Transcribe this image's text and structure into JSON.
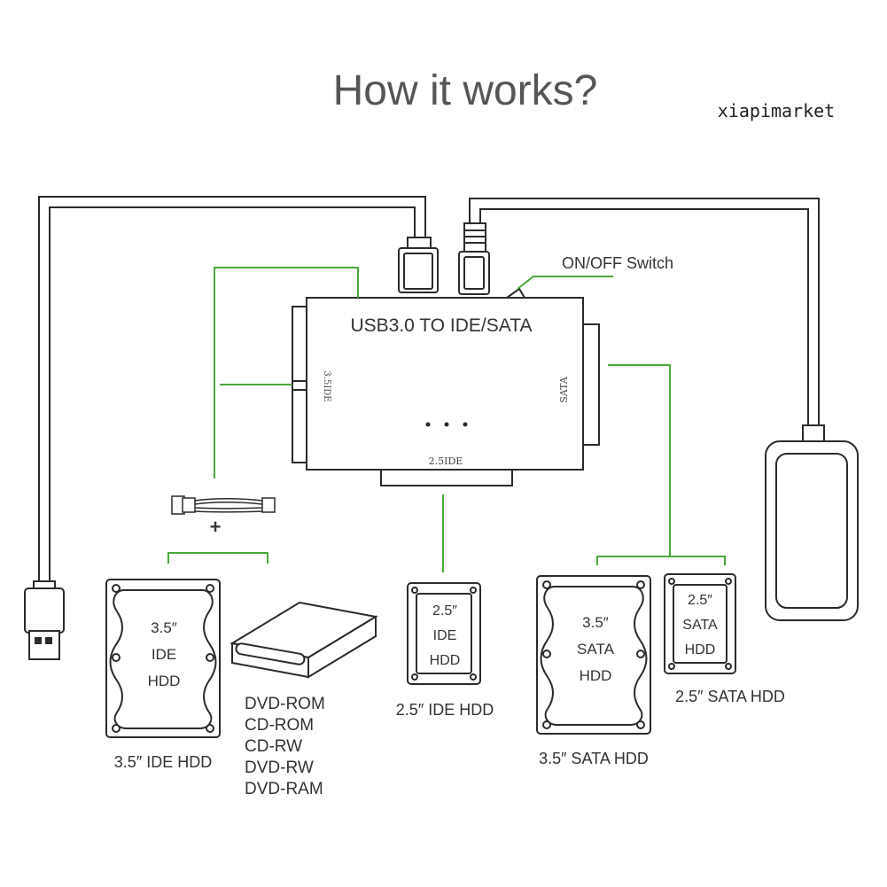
{
  "title": "How it works?",
  "watermark": "xiapimarket",
  "colors": {
    "line": "#2b2b2b",
    "connector": "#4aa83a",
    "text": "#3a3a3a",
    "title": "#555555",
    "device_fill": "#ffffff"
  },
  "adapter": {
    "label": "USB3.0 TO IDE/SATA",
    "port_35": "3.5IDE",
    "port_25": "2.5IDE",
    "port_sata": "SATA",
    "switch_label": "ON/OFF Switch"
  },
  "power_cable_sign": "+",
  "drives": {
    "ide35": {
      "inner": [
        "3.5″",
        "IDE",
        "HDD"
      ],
      "caption": "3.5″  IDE HDD"
    },
    "ide25": {
      "inner": [
        "2.5″",
        "IDE",
        "HDD"
      ],
      "caption": "2.5″  IDE HDD"
    },
    "sata35": {
      "inner": [
        "3.5″",
        "SATA",
        "HDD"
      ],
      "caption": "3.5″  SATA HDD"
    },
    "sata25": {
      "inner": [
        "2.5″",
        "SATA",
        "HDD"
      ],
      "caption": "2.5″  SATA HDD"
    }
  },
  "optical_list": [
    "DVD-ROM",
    "CD-ROM",
    "CD-RW",
    "DVD-RW",
    "DVD-RAM"
  ],
  "icons": {
    "usb_plug": "usb-plug-icon",
    "dc_plug": "dc-power-plug-icon",
    "power_adapter": "power-adapter-icon",
    "molex_cable": "molex-power-cable-icon",
    "optical_drive": "optical-drive-icon"
  }
}
